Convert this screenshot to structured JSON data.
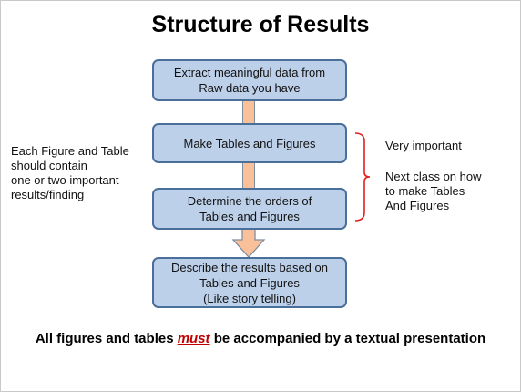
{
  "title": "Structure of Results",
  "steps": [
    {
      "lines": [
        "Extract meaningful data from",
        "Raw data you have"
      ]
    },
    {
      "lines": [
        "Make Tables and Figures"
      ]
    },
    {
      "lines": [
        "Determine the orders of",
        "Tables and Figures"
      ]
    },
    {
      "lines": [
        "Describe the results based on",
        "Tables and Figures",
        "(Like story telling)"
      ]
    }
  ],
  "left_note": {
    "lines": [
      "Each Figure and Table",
      "should contain",
      "one or two important",
      "results/finding"
    ]
  },
  "right_notes": {
    "important": "Very important",
    "next_class": [
      "Next class on how",
      "to make Tables",
      "And Figures"
    ]
  },
  "footer": {
    "before": "All figures and tables ",
    "emphasis": "must",
    "after": " be accompanied by a textual presentation"
  },
  "colors": {
    "box_fill": "#bdd0ea",
    "box_border": "#4a6f9a",
    "arrow_fill": "#f9c09a",
    "bracket": "#e02020",
    "emphasis": "#c00000"
  }
}
